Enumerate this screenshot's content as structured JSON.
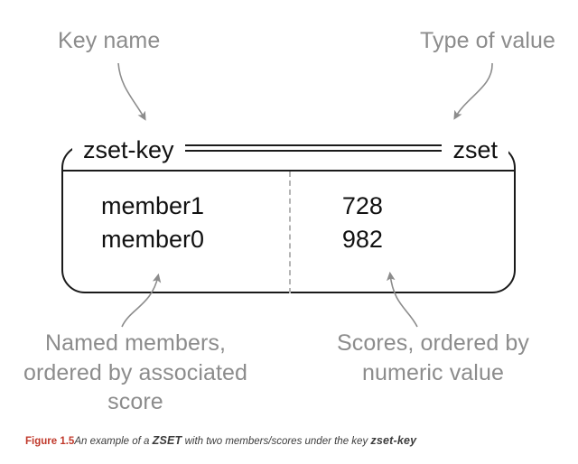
{
  "figure": {
    "title": "An example of a ZSET with two members/scores under the key zset-key",
    "caption_number": "Figure 1.5",
    "caption_part1": "An example of a ",
    "caption_term": "ZSET",
    "caption_part2": " with two members/scores under the key ",
    "caption_key": "zset-key"
  },
  "annotations": {
    "key_name": "Key name",
    "type_of_value": "Type of value",
    "named_members": "Named members, ordered by associated score",
    "scores": "Scores, ordered by numeric value"
  },
  "box": {
    "key_label": "zset-key",
    "type_label": "zset",
    "rows": [
      {
        "member": "member1",
        "score": "728"
      },
      {
        "member": "member0",
        "score": "982"
      }
    ]
  },
  "colors": {
    "box_border": "#1a1a1a",
    "annotation_gray": "#8c8c8c",
    "divider_gray": "#b4b4b4",
    "caption_red": "#c0392b",
    "text_black": "#111111",
    "background": "#ffffff"
  }
}
